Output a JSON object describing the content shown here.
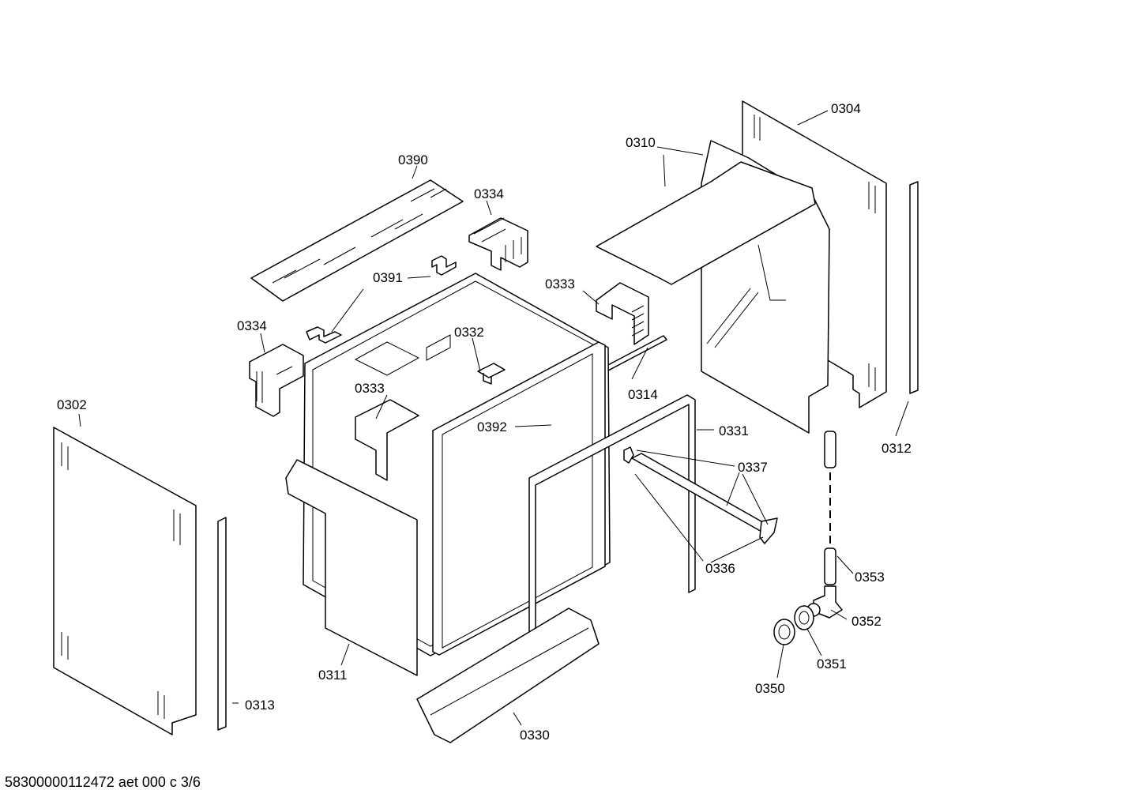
{
  "labels": {
    "p0302": "0302",
    "p0304": "0304",
    "p0310": "0310",
    "p0311": "0311",
    "p0312": "0312",
    "p0313": "0313",
    "p0314": "0314",
    "p0330": "0330",
    "p0331": "0331",
    "p0332": "0332",
    "p0333a": "0333",
    "p0333b": "0333",
    "p0334a": "0334",
    "p0334b": "0334",
    "p0336": "0336",
    "p0337": "0337",
    "p0350": "0350",
    "p0351": "0351",
    "p0352": "0352",
    "p0353": "0353",
    "p0390": "0390",
    "p0391": "0391",
    "p0392": "0392"
  },
  "footer": "58300000112472 aet 000 c 3/6"
}
